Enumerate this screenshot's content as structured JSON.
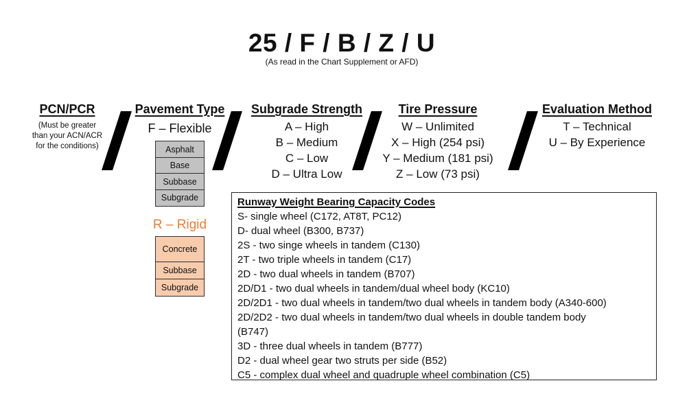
{
  "title": "25 / F / B / Z / U",
  "subtitle": "(As read in the Chart Supplement or AFD)",
  "pcn": {
    "header": "PCN/PCR",
    "note": "(Must be greater than your ACN/ACR for the conditions)"
  },
  "pavement": {
    "header": "Pavement Type",
    "flexible_label": "F – Flexible",
    "flexible_layers": [
      "Asphalt",
      "Base",
      "Subbase",
      "Subgrade"
    ],
    "rigid_label": "R – Rigid",
    "rigid_layers": [
      "Concrete",
      "Subbase",
      "Subgrade"
    ]
  },
  "subgrade": {
    "header": "Subgrade Strength",
    "items": [
      "A – High",
      "B – Medium",
      "C – Low",
      "D – Ultra Low"
    ]
  },
  "tire": {
    "header": "Tire Pressure",
    "items": [
      "W – Unlimited",
      "X – High (254 psi)",
      "Y – Medium (181 psi)",
      "Z – Low (73 psi)"
    ]
  },
  "evaluation": {
    "header": "Evaluation Method",
    "items": [
      "T – Technical",
      "U – By Experience"
    ]
  },
  "codes_box": {
    "header": "Runway Weight Bearing Capacity Codes",
    "code_lines": [
      "S- single wheel (C172, AT8T, PC12)",
      "D- dual wheel (B300, B737)",
      "2S - two singe wheels in tandem (C130)",
      "2T - two triple wheels in tandem (C17)",
      "2D - two dual wheels in tandem (B707)",
      "2D/D1 - two dual wheels in tandem/dual wheel body (KC10)",
      "2D/2D1 - two dual wheels in tandem/two dual wheels in tandem body (A340-600)",
      "2D/2D2 - two dual wheels in tandem/two dual wheels in double tandem body",
      "(B747)",
      "3D - three dual wheels in tandem (B777)",
      "D2 - dual wheel gear two struts per side (B52)",
      "C5 - complex dual wheel and quadruple wheel combination (C5)"
    ]
  },
  "colors": {
    "rigid_accent": "#ED7D31",
    "rigid_fill": "#F8CBAD",
    "flexible_fill": "#C2C2C2",
    "slash": "#000000",
    "background": "#FFFFFF"
  }
}
